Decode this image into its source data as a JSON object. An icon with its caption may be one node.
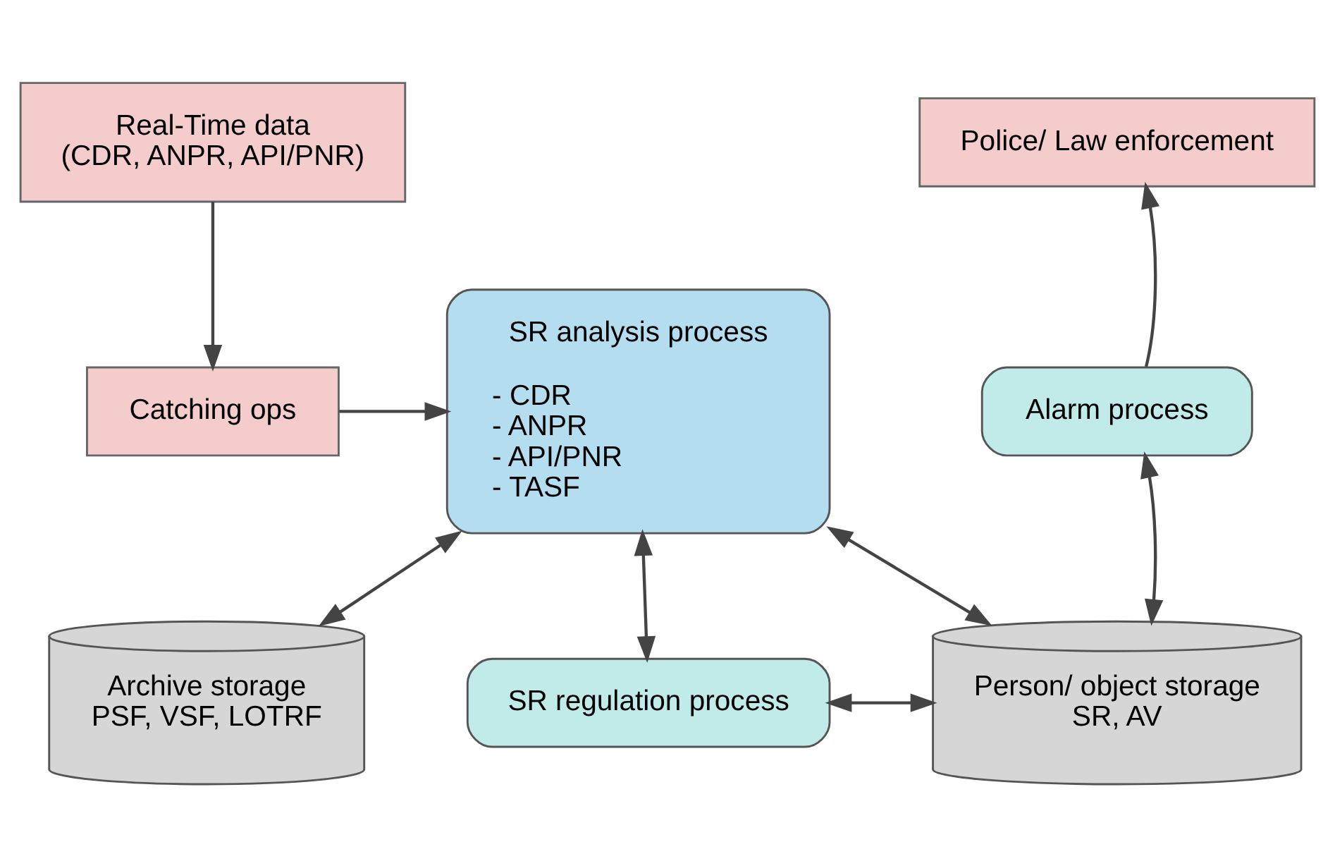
{
  "diagram": {
    "nodes": [
      {
        "text": [
          "Real-Time data",
          "(CDR, ANPR, API/PNR)"
        ]
      },
      {
        "text": [
          "Catching ops"
        ]
      },
      {
        "text": [
          "SR analysis process",
          "- CDR",
          "- ANPR",
          "- API/PNR",
          "- TASF"
        ]
      },
      {
        "text": [
          "Police/ Law enforcement"
        ]
      },
      {
        "text": [
          "Alarm process"
        ]
      },
      {
        "text": [
          "Archive storage",
          "PSF, VSF, LOTRF"
        ]
      },
      {
        "text": [
          "SR regulation process"
        ]
      },
      {
        "text": [
          "Person/ object storage",
          "SR, AV"
        ]
      }
    ],
    "edges": [
      {
        "from": 0,
        "to": 1,
        "arrow": "to"
      },
      {
        "from": 1,
        "to": 2,
        "arrow": "to"
      },
      {
        "from": 5,
        "to": 2,
        "arrow": "both"
      },
      {
        "from": 2,
        "to": 6,
        "arrow": "both"
      },
      {
        "from": 2,
        "to": 7,
        "arrow": "both"
      },
      {
        "from": 6,
        "to": 7,
        "arrow": "both"
      },
      {
        "from": 7,
        "to": 4,
        "arrow": "both"
      },
      {
        "from": 4,
        "to": 3,
        "arrow": "to"
      }
    ]
  }
}
